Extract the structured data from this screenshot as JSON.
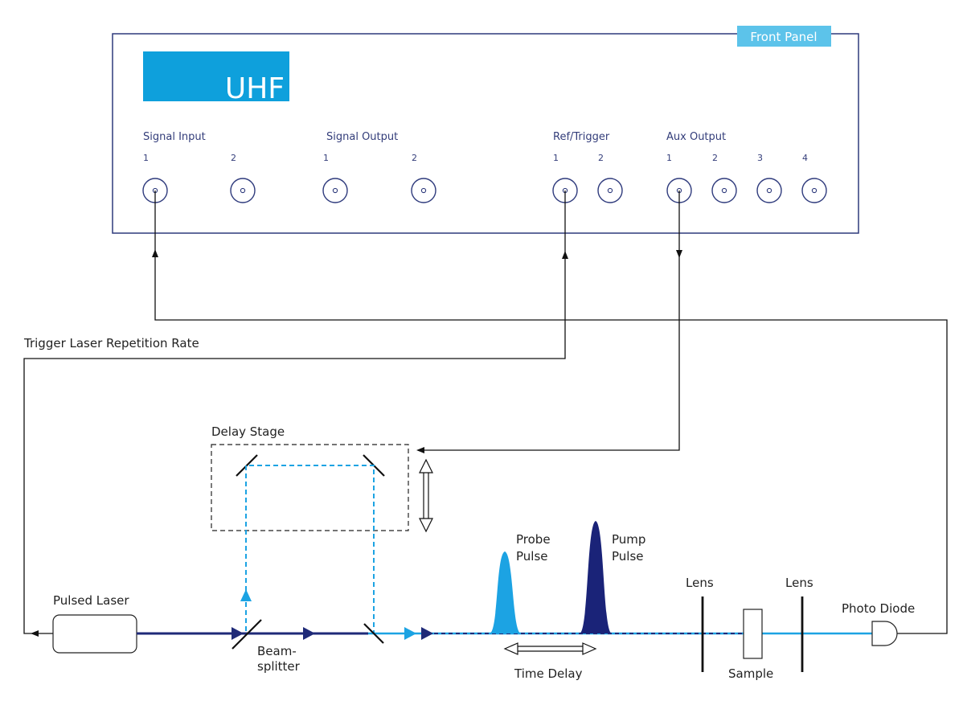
{
  "colors": {
    "panel_border": "#2e3a7c",
    "brand": "#0ea0dc",
    "front_panel_tab": "#5cc3ea",
    "dark_beam": "#1f2a78",
    "light_beam": "#1ca3e3",
    "pump": "#1a2378",
    "probe": "#1ca3e3",
    "wire": "#111111"
  },
  "panel": {
    "tab_label": "Front Panel",
    "logo": "UHF",
    "groups": [
      {
        "label": "Signal Input",
        "channels": [
          "1",
          "2"
        ]
      },
      {
        "label": "Signal Output",
        "channels": [
          "1",
          "2"
        ]
      },
      {
        "label": "Ref/Trigger",
        "channels": [
          "1",
          "2"
        ]
      },
      {
        "label": "Aux Output",
        "channels": [
          "1",
          "2",
          "3",
          "4"
        ]
      }
    ]
  },
  "labels": {
    "trigger": "Trigger Laser Repetition Rate",
    "delay_stage": "Delay Stage",
    "pulsed_laser": "Pulsed Laser",
    "beamsplitter_1": "Beam-",
    "beamsplitter_2": "splitter",
    "probe_1": "Probe",
    "probe_2": "Pulse",
    "pump_1": "Pump",
    "pump_2": "Pulse",
    "time_delay": "Time Delay",
    "lens_1": "Lens",
    "lens_2": "Lens",
    "sample": "Sample",
    "photo_diode": "Photo Diode"
  }
}
